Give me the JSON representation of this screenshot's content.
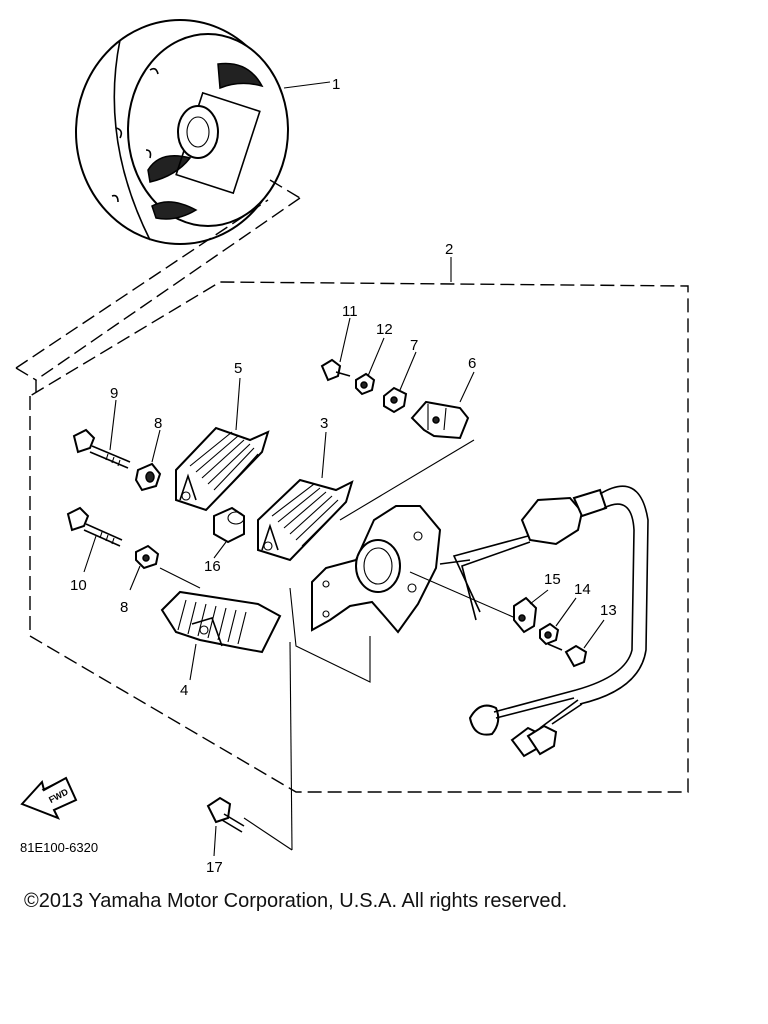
{
  "callouts": {
    "c1": "1",
    "c2": "2",
    "c3": "3",
    "c4": "4",
    "c5": "5",
    "c6": "6",
    "c7": "7",
    "c8a": "8",
    "c8b": "8",
    "c9": "9",
    "c10": "10",
    "c11": "11",
    "c12": "12",
    "c13": "13",
    "c14": "14",
    "c15": "15",
    "c16": "16",
    "c17": "17"
  },
  "fwd_arrow_label": "FWD",
  "diagram_code": "81E100-6320",
  "copyright": "©2013 Yamaha Motor Corporation, U.S.A. All rights reserved."
}
